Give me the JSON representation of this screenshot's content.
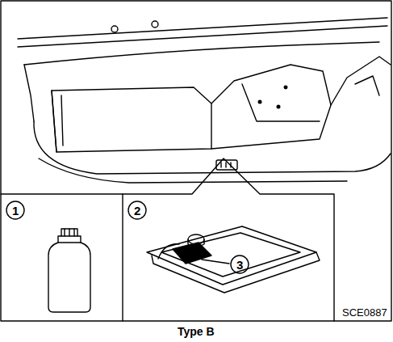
{
  "diagram": {
    "caption": "Type B",
    "labels": [
      "1",
      "2",
      "3",
      "SCE0887"
    ]
  }
}
